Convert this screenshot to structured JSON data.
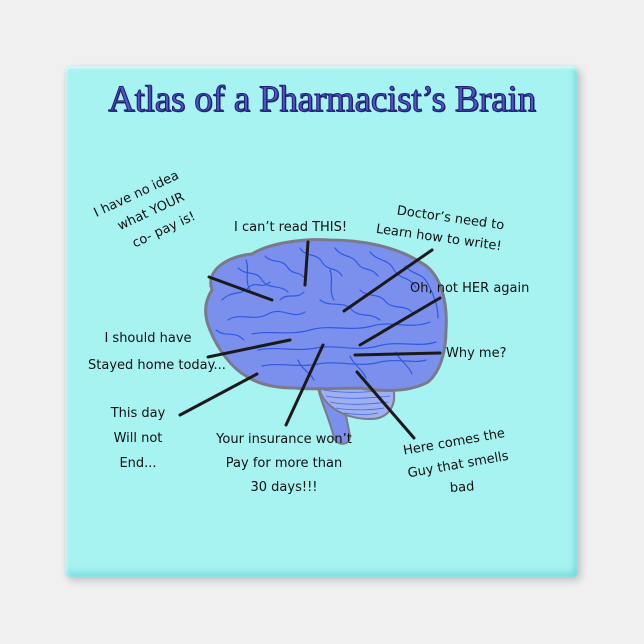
{
  "title": "Atlas of a Pharmacist’s Brain",
  "colors": {
    "background": "#f0f0f0",
    "magnet": "#a7f3f2",
    "title_fill": "#4f53c7",
    "title_outline": "#1d1f6e",
    "brain_fill": "#7b90ec",
    "brain_veins": "#2f58e6",
    "brain_outline": "#7a7a88",
    "label_text": "#111111",
    "pointer_lines": "#1a1a1a"
  },
  "labels": {
    "copay": {
      "line1": "I have no idea",
      "line2": "what YOUR",
      "line3": "co- pay is!"
    },
    "cant_read": {
      "line1": "I can’t read THIS!"
    },
    "doctors": {
      "line1": "Doctor’s need to",
      "line2": "Learn how to write!"
    },
    "not_her": {
      "line1": "Oh, not HER again"
    },
    "why_me": {
      "line1": "Why me?"
    },
    "stayed_home": {
      "line1": "I should have",
      "line2": "Stayed home today..."
    },
    "this_day": {
      "line1": "This day",
      "line2": "Will not",
      "line3": "End..."
    },
    "insurance": {
      "line1": "Your insurance won’t",
      "line2": "Pay for more than",
      "line3": "30 days!!!"
    },
    "smells": {
      "line1": "Here comes the",
      "line2": "Guy that smells",
      "line3": "bad"
    }
  },
  "icons": {
    "brain": "brain-illustration"
  }
}
